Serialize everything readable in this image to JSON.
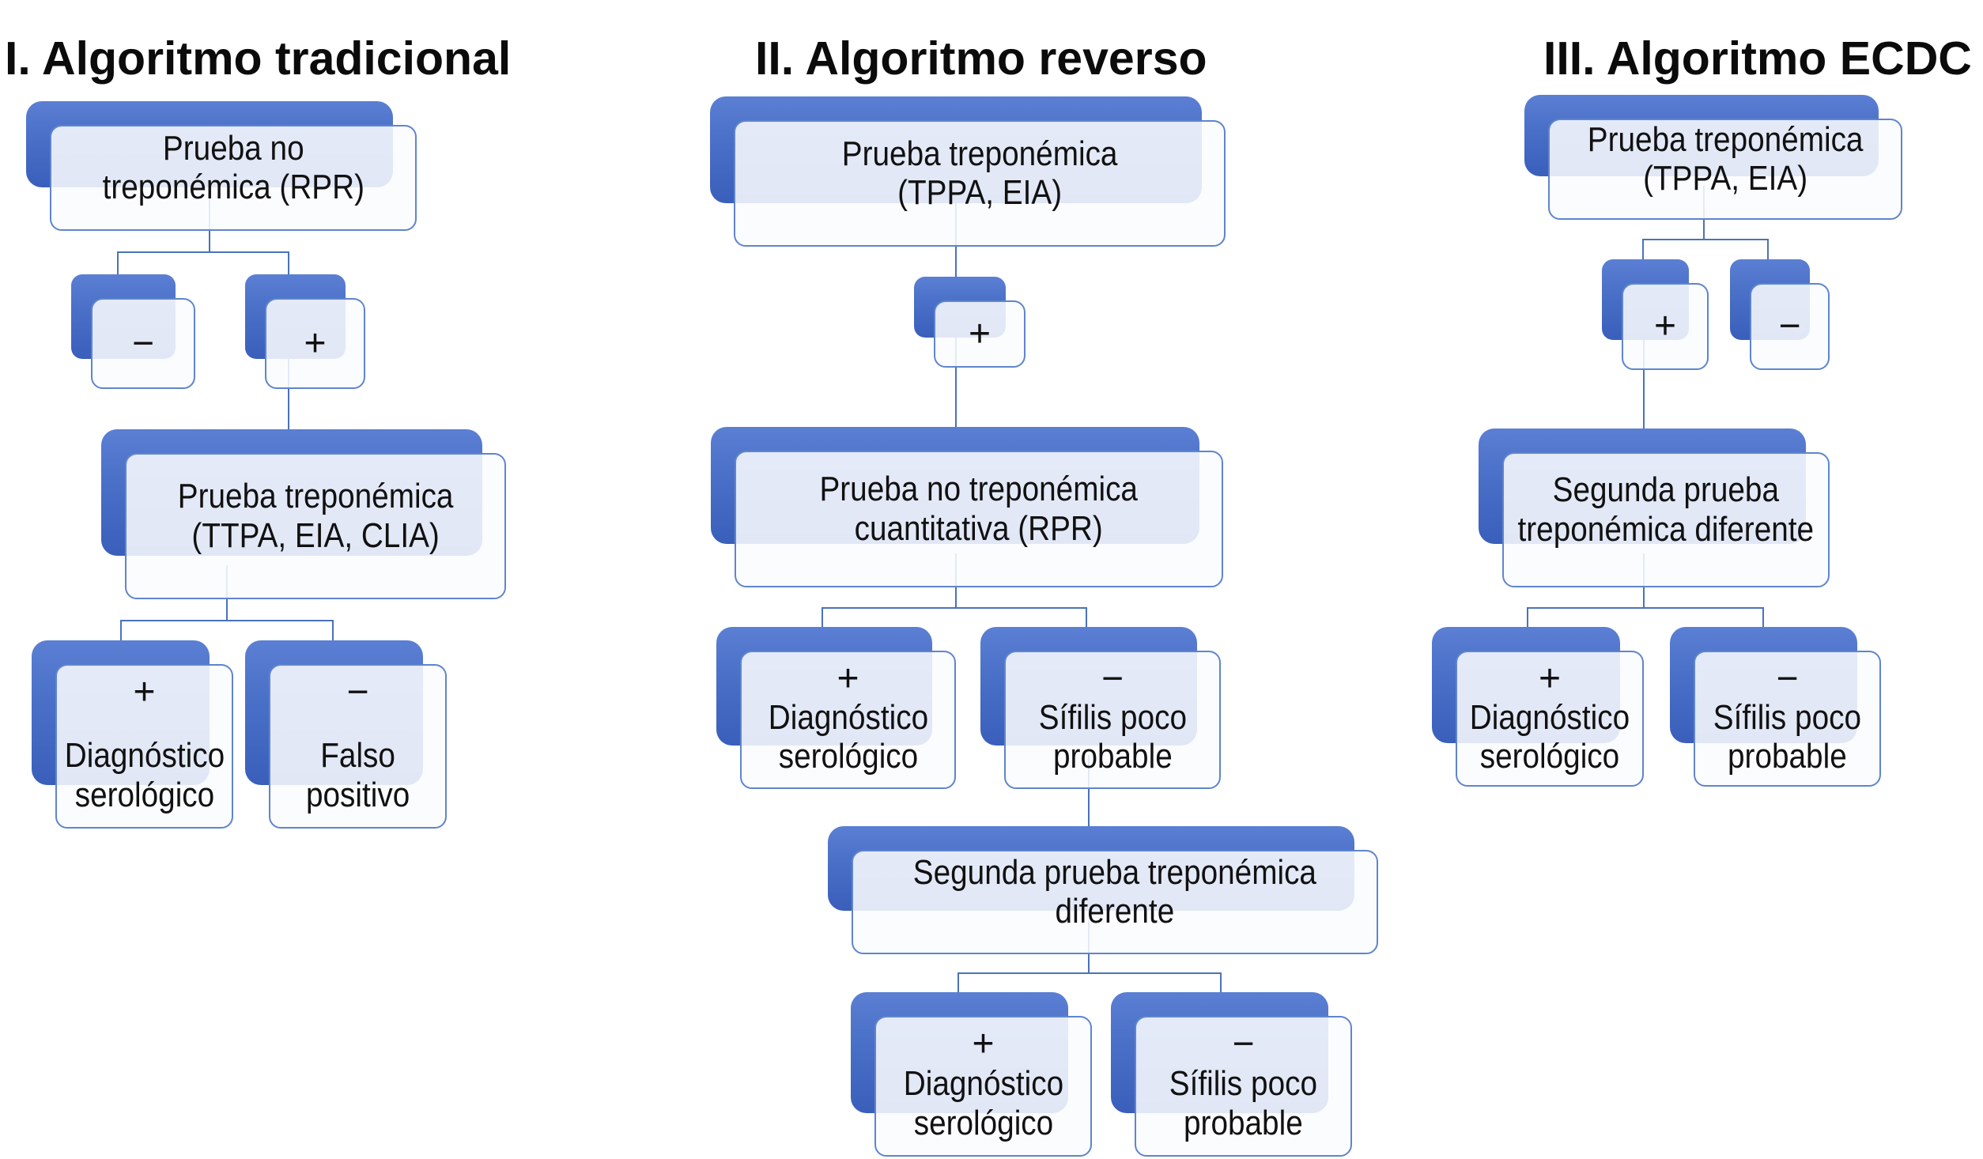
{
  "figure": {
    "type": "flowchart",
    "language": "es",
    "topic": "Algoritmos de diagnóstico serológico de sífilis"
  },
  "colors": {
    "shadow_blue_top": "#5b7fd3",
    "shadow_blue_bottom": "#3a5fbb",
    "box_face_fill": "#f3f6fc",
    "box_face_border": "#5f85cd",
    "connector": "#4a72bc",
    "text": "#111111",
    "background": "#ffffff"
  },
  "columns": [
    {
      "title": "I. Algoritmo tradicional",
      "nodes": {
        "root": "Prueba no\ntreponémica (RPR)",
        "minus": "−",
        "plus": "+",
        "test2": "Prueba treponémica\n(TTPA, EIA, CLIA)",
        "diag": {
          "sign": "+",
          "label": "Diagnóstico\nserológico"
        },
        "falso": {
          "sign": "−",
          "label": "Falso\npositivo"
        }
      }
    },
    {
      "title": "II. Algoritmo reverso",
      "nodes": {
        "root": "Prueba treponémica\n(TPPA, EIA)",
        "plus": "+",
        "rpr": "Prueba no treponémica\ncuantitativa (RPR)",
        "diag": {
          "sign": "+",
          "label": "Diagnóstico\nserológico"
        },
        "sifilis": {
          "sign": "−",
          "label": "Sífilis poco\nprobable"
        },
        "segunda": "Segunda prueba treponémica\ndiferente",
        "diag2": {
          "sign": "+",
          "label": "Diagnóstico\nserológico"
        },
        "sifilis2": {
          "sign": "−",
          "label": "Sífilis poco\nprobable"
        }
      }
    },
    {
      "title": "III. Algoritmo ECDC",
      "nodes": {
        "root": "Prueba treponémica\n(TPPA, EIA)",
        "plus": "+",
        "minus": "−",
        "segunda": "Segunda prueba\ntreponémica diferente",
        "diag": {
          "sign": "+",
          "label": "Diagnóstico\nserológico"
        },
        "sifilis": {
          "sign": "−",
          "label": "Sífilis poco\nprobable"
        }
      }
    }
  ]
}
